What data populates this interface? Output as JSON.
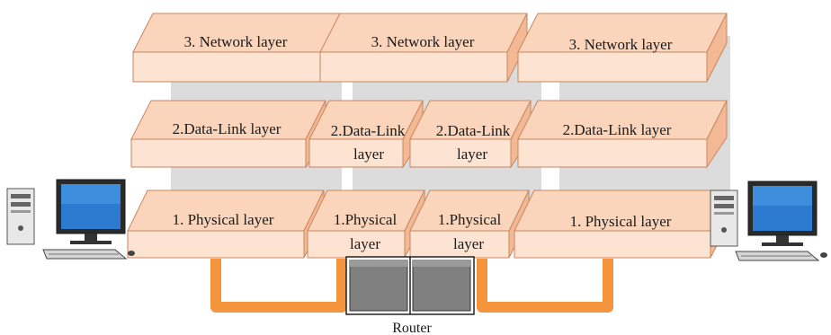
{
  "network_layer": {
    "left": "3. Network layer",
    "middle": "3. Network layer",
    "right": "3. Network layer"
  },
  "datalink_layer": {
    "left": "2.Data-Link layer",
    "router_a_line1": "2.Data-Link",
    "router_a_line2": "layer",
    "router_b_line1": "2.Data-Link",
    "router_b_line2": "layer",
    "right": "2.Data-Link layer"
  },
  "physical_layer": {
    "left": "1. Physical layer",
    "router_a_line1": "1.Physical",
    "router_a_line2": "layer",
    "router_b_line1": "1.Physical",
    "router_b_line2": "layer",
    "right": "1. Physical layer"
  },
  "router_label": "Router",
  "colors": {
    "box_front": "#fde4d2",
    "box_top": "#fbd5bb",
    "box_side": "#f3b994",
    "box_edge": "#c8855e",
    "column_bg": "#dcdcdc",
    "cable": "#f4943c",
    "router_panel": "#808080"
  },
  "icons": {
    "left_host": "desktop-computer-icon",
    "right_host": "desktop-computer-icon",
    "router": "router-icon"
  }
}
